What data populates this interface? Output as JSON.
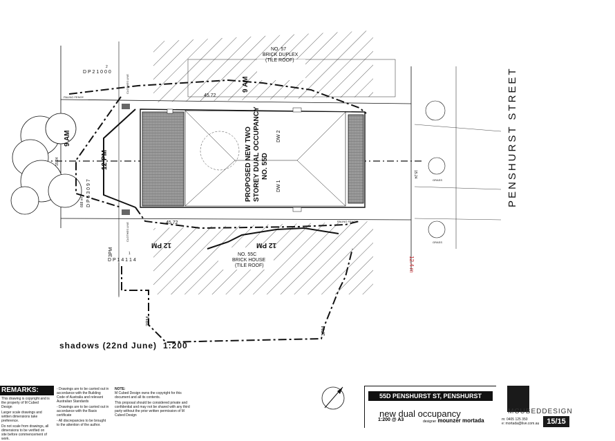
{
  "plan": {
    "lot_label": "D P 2 1 0 0 0",
    "lot_number_top": "2",
    "lot_label_bottom": "D P 1 4 1 1 4",
    "lot_number_bottom": "1",
    "lot_dp_left": "D P 5 3 0 9 7",
    "area_label": "668 m²",
    "dim_top": "45.72",
    "dim_bottom": "45.72",
    "dim_left": "15.24",
    "dim_right": "15.24",
    "paling_fence": "PALING FENCE",
    "clothes_line": "CLOTHES LINE",
    "proposed": "PROPOSED NEW TWO",
    "proposed_2": "STOREY DUAL OCCUPANCY",
    "proposed_3": "NO. 55D",
    "dw1": "DW 1",
    "dw2": "DW 2",
    "neighbor_top": "NO. 57",
    "neighbor_top_2": "BRICK DUPLEX",
    "neighbor_top_3": "(TILE ROOF)",
    "neighbor_bottom": "NO. 55C",
    "neighbor_bottom_2": "BRICK HOUSE",
    "neighbor_bottom_3": "(TILE ROOF)",
    "street": "PENSHURST STREET",
    "grass": "GRASS",
    "distance": "12.4 m",
    "shadow_9am": "9 AM",
    "shadow_9am_top": "9 AM",
    "shadow_12pm_left": "12 PM",
    "shadow_12pm_mid": "12 PM",
    "shadow_12pm_right": "12 PM",
    "shadow_3pm_left": "3PM",
    "shadow_3pm_mid": "3PM",
    "shadow_3pm_right": "3PM",
    "caption": "shadows (22nd June)",
    "caption_scale": "1:200"
  },
  "footer": {
    "remarks_title": "REMARKS:",
    "remarks_1": "This drawing is copyright and is the property of M Cubed Design",
    "remarks_2": "Larger scale drawings and written dimensions take preference.",
    "remarks_3": "Do not scale from drawings, all dimensions to be verified on site before commencement of work.",
    "note_1": "- Drawings are to be carried out in accordance with the Building Code of Australia and relevant Australian Standards",
    "note_2": "- Drawings are to be carried out in accordance with the Basix certificate",
    "note_3": "- All discrepancies to be brought to the attention of the author.",
    "note_title": "NOTE:",
    "note_4": "M Cubed Design owns the copyright for this document and all its contents.",
    "note_5": "This proposal should be considered private and confidential and may not be shared with any third party without the prior written permission of M Cubed Design",
    "address": "55D PENSHURST ST, PENSHURST",
    "project": "new dual occupancy",
    "scale": "1:200 @ A3",
    "designer_label": "designer",
    "designer": "mounzer mortada",
    "brand": "MCUBEDDESIGN",
    "contact_phone": "m: 0405 125 350",
    "contact_email": "e: mortada@live.com.au",
    "sheet": "15/15"
  }
}
